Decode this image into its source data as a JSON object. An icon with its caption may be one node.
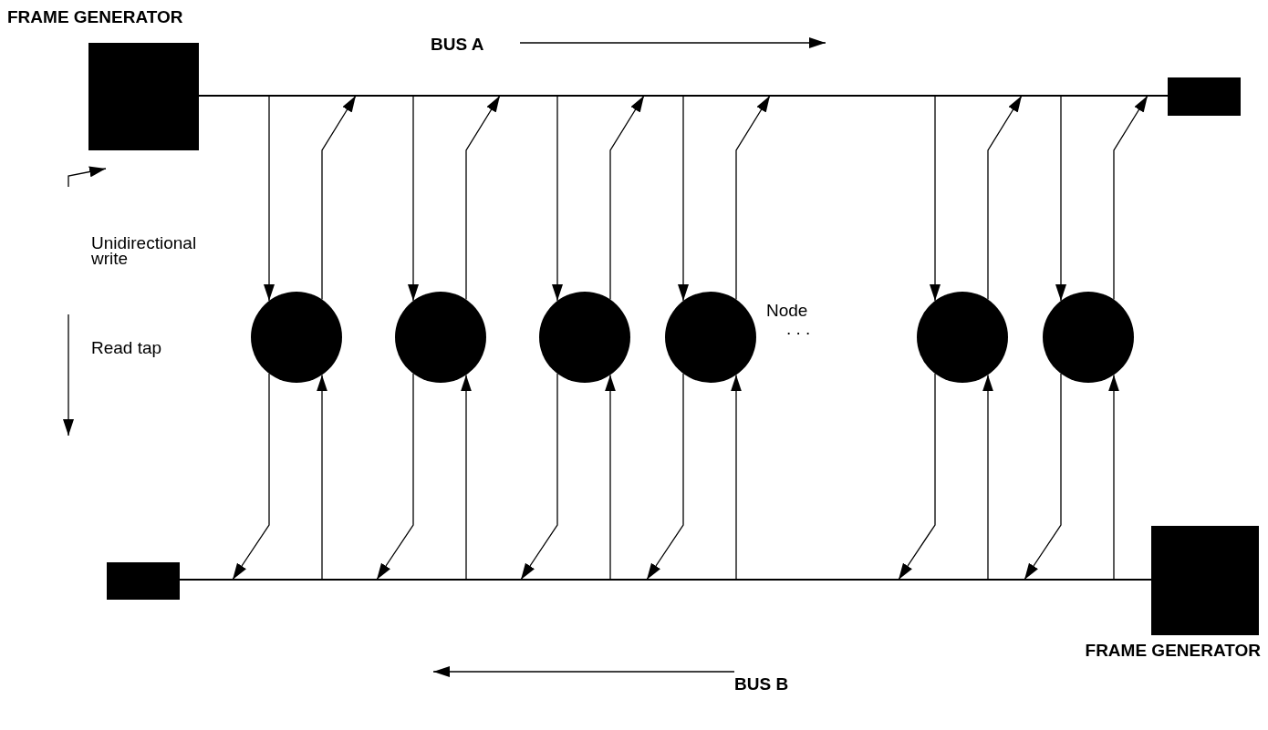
{
  "diagram": {
    "nodes": [
      {
        "text": [
          "FRAME GENERATOR"
        ]
      },
      {
        "text": [
          "BUS A"
        ]
      },
      {
        "text": [],
        "shape": "box"
      },
      {
        "text": [],
        "shape": "circle"
      },
      {
        "text": [],
        "shape": "circle"
      },
      {
        "text": [],
        "shape": "circle"
      },
      {
        "text": [],
        "shape": "circle"
      },
      {
        "text": [],
        "shape": "circle"
      },
      {
        "text": [],
        "shape": "circle"
      },
      {
        "text": [],
        "shape": "box"
      },
      {
        "text": [
          "BUS B"
        ]
      },
      {
        "text": [
          "FRAME GENERATOR"
        ]
      }
    ],
    "edges": [
      {
        "from": 1,
        "to": 3,
        "arrow": "to"
      },
      {
        "from": 3,
        "to": 1,
        "arrow": "to"
      },
      {
        "from": 1,
        "to": 4,
        "arrow": "to"
      },
      {
        "from": 4,
        "to": 1,
        "arrow": "to"
      },
      {
        "from": 1,
        "to": 5,
        "arrow": "to"
      },
      {
        "from": 5,
        "to": 1,
        "arrow": "to"
      },
      {
        "from": 1,
        "to": 6,
        "arrow": "to"
      },
      {
        "from": 6,
        "to": 1,
        "arrow": "to"
      },
      {
        "from": 1,
        "to": 7,
        "arrow": "to"
      },
      {
        "from": 7,
        "to": 1,
        "arrow": "to"
      },
      {
        "from": 1,
        "to": 8,
        "arrow": "to"
      },
      {
        "from": 8,
        "to": 1,
        "arrow": "to"
      },
      {
        "from": 3,
        "to": 10,
        "arrow": "to"
      },
      {
        "from": 10,
        "to": 3,
        "arrow": "to"
      },
      {
        "from": 4,
        "to": 10,
        "arrow": "to"
      },
      {
        "from": 10,
        "to": 4,
        "arrow": "to"
      },
      {
        "from": 5,
        "to": 10,
        "arrow": "to"
      },
      {
        "from": 10,
        "to": 5,
        "arrow": "to"
      },
      {
        "from": 6,
        "to": 10,
        "arrow": "to"
      },
      {
        "from": 10,
        "to": 6,
        "arrow": "to"
      },
      {
        "from": 7,
        "to": 10,
        "arrow": "to"
      },
      {
        "from": 10,
        "to": 7,
        "arrow": "to"
      },
      {
        "from": 8,
        "to": 10,
        "arrow": "to"
      },
      {
        "from": 10,
        "to": 8,
        "arrow": "to"
      }
    ],
    "labels": [
      "Node",
      ". . ."
    ],
    "legend": [
      {
        "text": "Unidirectional write"
      },
      {
        "text": "Read tap"
      }
    ]
  }
}
